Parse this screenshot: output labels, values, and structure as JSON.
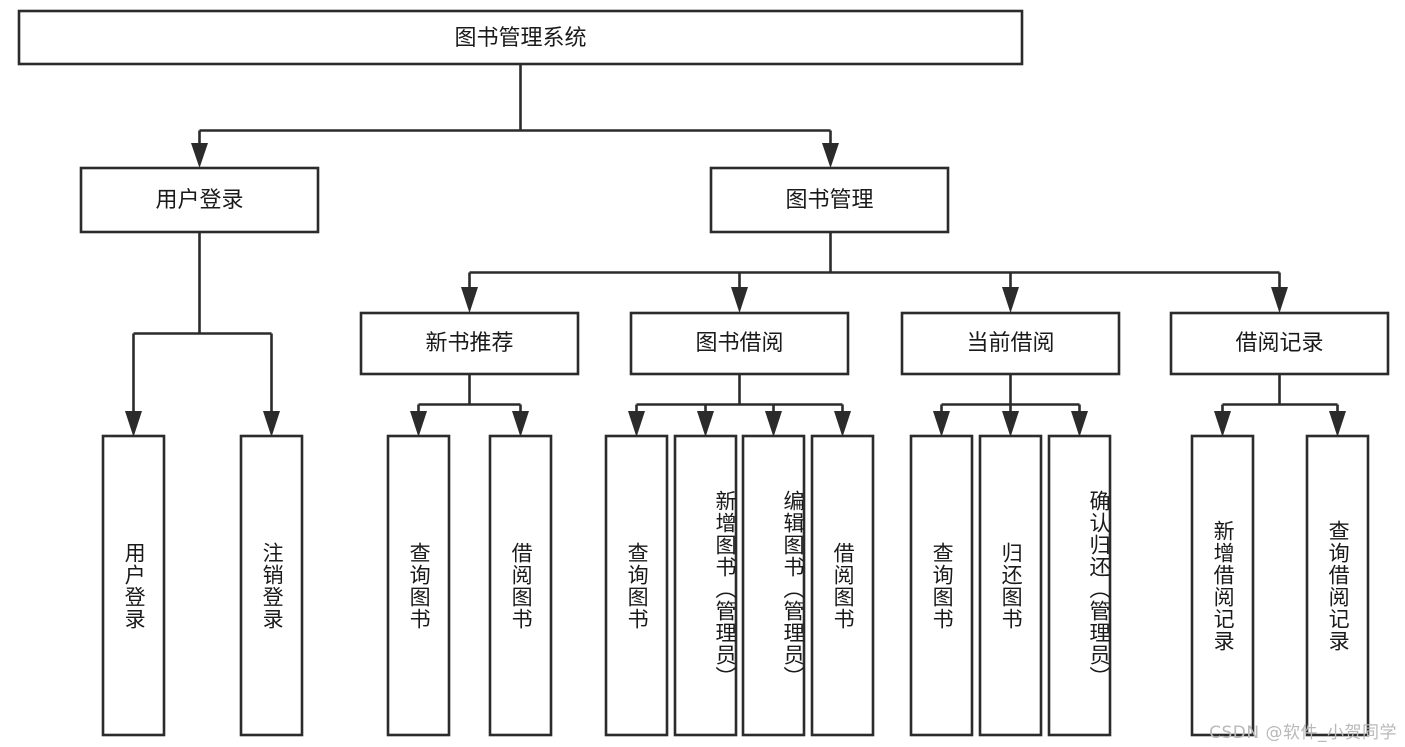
{
  "diagram": {
    "type": "tree-hierarchy",
    "title": "图书管理系统",
    "orientation": "top-down",
    "colors": {
      "stroke": "#2b2b2b",
      "fill": "#ffffff",
      "text": "#1a1a1a",
      "background": "#ffffff",
      "watermark": "#b9b9b9"
    },
    "levels": {
      "root": {
        "label": "图书管理系统"
      },
      "level2": [
        {
          "id": "user-login",
          "label": "用户登录"
        },
        {
          "id": "book-manage",
          "label": "图书管理"
        }
      ],
      "level3": [
        {
          "id": "new-book-recommend",
          "label": "新书推荐"
        },
        {
          "id": "book-borrow",
          "label": "图书借阅"
        },
        {
          "id": "current-borrow",
          "label": "当前借阅"
        },
        {
          "id": "borrow-record",
          "label": "借阅记录"
        }
      ],
      "leaves": [
        {
          "id": "leaf-user-login",
          "label": "用户登录",
          "parent": "user-login",
          "align": "center"
        },
        {
          "id": "leaf-logout",
          "label": "注销登录",
          "parent": "user-login",
          "align": "center"
        },
        {
          "id": "leaf-query-book-1",
          "label": "查询图书",
          "parent": "new-book-recommend",
          "align": "center"
        },
        {
          "id": "leaf-borrow-book-1",
          "label": "借阅图书",
          "parent": "new-book-recommend",
          "align": "center"
        },
        {
          "id": "leaf-query-book-2",
          "label": "查询图书",
          "parent": "book-borrow",
          "align": "center"
        },
        {
          "id": "leaf-add-book",
          "label": "新增图书（管理员）",
          "parent": "book-borrow",
          "align": "top"
        },
        {
          "id": "leaf-edit-book",
          "label": "编辑图书（管理员）",
          "parent": "book-borrow",
          "align": "top"
        },
        {
          "id": "leaf-borrow-book-2",
          "label": "借阅图书",
          "parent": "book-borrow",
          "align": "center"
        },
        {
          "id": "leaf-query-book-3",
          "label": "查询图书",
          "parent": "current-borrow",
          "align": "center"
        },
        {
          "id": "leaf-return-book",
          "label": "归还图书",
          "parent": "current-borrow",
          "align": "center"
        },
        {
          "id": "leaf-confirm-return",
          "label": "确认归还（管理员）",
          "parent": "current-borrow",
          "align": "top"
        },
        {
          "id": "leaf-add-record",
          "label": "新增借阅记录",
          "parent": "borrow-record",
          "align": "center"
        },
        {
          "id": "leaf-query-record",
          "label": "查询借阅记录",
          "parent": "borrow-record",
          "align": "center"
        }
      ]
    }
  },
  "watermark": {
    "text": "CSDN @软件_小贺同学"
  }
}
